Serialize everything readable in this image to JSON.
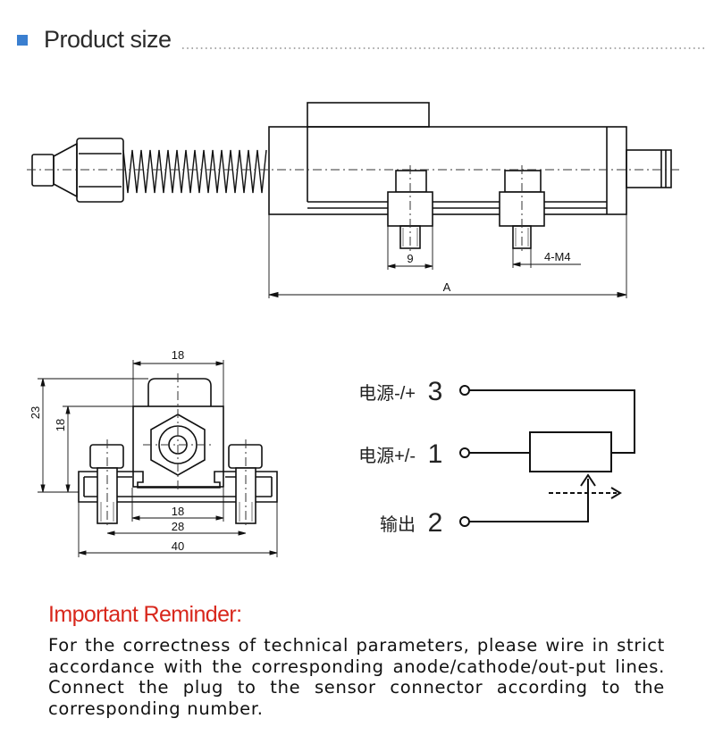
{
  "header": {
    "title": "Product size",
    "accent_color": "#3a7fd0"
  },
  "top_view": {
    "dim_small": "9",
    "dim_thread": "4-M4",
    "dim_length": "A"
  },
  "front_view": {
    "dim_top_width": "18",
    "dim_total_height": "23",
    "dim_body_height": "18",
    "dim_inner_width": "18",
    "dim_hole_spacing": "28",
    "dim_total_width": "40"
  },
  "wiring": {
    "pins": [
      {
        "label": "电源-/+",
        "number": "3"
      },
      {
        "label": "电源+/-",
        "number": "1"
      },
      {
        "label": "输出",
        "number": "2"
      }
    ]
  },
  "reminder": {
    "title": "Important Reminder:",
    "title_color": "#d8271c",
    "body": "For the correctness of technical parameters, please wire in strict accordance with the corresponding anode/cathode/out-put lines. Connect the plug to the sensor connector according to the corresponding number."
  }
}
